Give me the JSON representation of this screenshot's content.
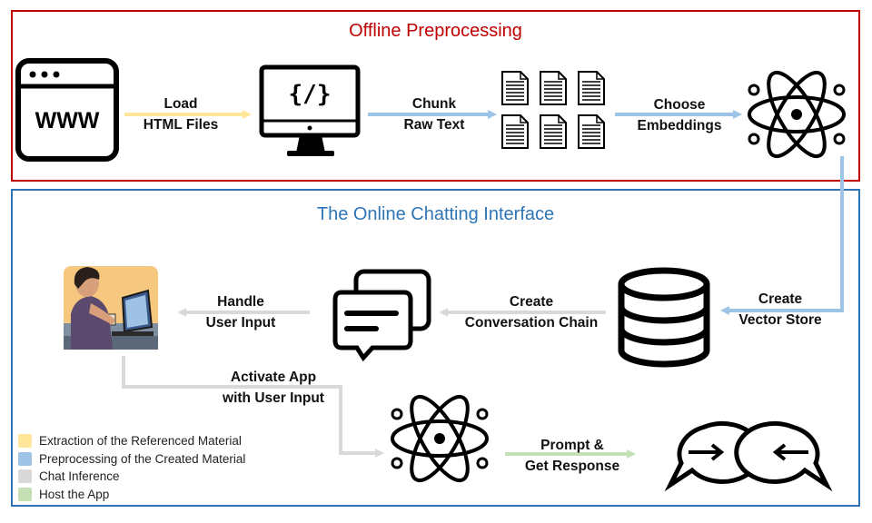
{
  "offline_panel": {
    "title": "Offline Preprocessing"
  },
  "online_panel": {
    "title": "The Online Chatting Interface"
  },
  "steps": {
    "load": [
      "Load",
      "HTML Files"
    ],
    "chunk": [
      "Chunk",
      "Raw Text"
    ],
    "embed": [
      "Choose",
      "Embeddings"
    ],
    "store": [
      "Create",
      "Vector Store"
    ],
    "chain": [
      "Create",
      "Conversation Chain"
    ],
    "input": [
      "Handle",
      "User Input"
    ],
    "activate": [
      "Activate App",
      "with User Input"
    ],
    "prompt": [
      "Prompt &",
      "Get Response"
    ]
  },
  "icons": {
    "www": {
      "name": "www-browser-icon",
      "text": "WWW"
    },
    "code": {
      "name": "code-monitor-icon",
      "text": "{/}"
    },
    "docs": "documents-icon",
    "embedding_model": "atom-icon",
    "database": "database-icon",
    "chat": "chat-bubbles-icon",
    "user": "user-at-computer-icon",
    "llm": "atom-icon",
    "response": "response-arrows-icon"
  },
  "legend": [
    {
      "label": "Extraction of the Referenced Material",
      "color": "#ffe699"
    },
    {
      "label": "Preprocessing of the Created Material",
      "color": "#9dc3e6"
    },
    {
      "label": "Chat Inference",
      "color": "#d9d9d9"
    },
    {
      "label": "Host the App",
      "color": "#c5e0b4"
    }
  ],
  "colors": {
    "offline_border": "#c00000",
    "online_border": "#2e75b6",
    "arrow_yellow": "#ffe699",
    "arrow_blue": "#9dc3e6",
    "arrow_gray": "#d9d9d9",
    "arrow_green": "#c5e0b4"
  }
}
